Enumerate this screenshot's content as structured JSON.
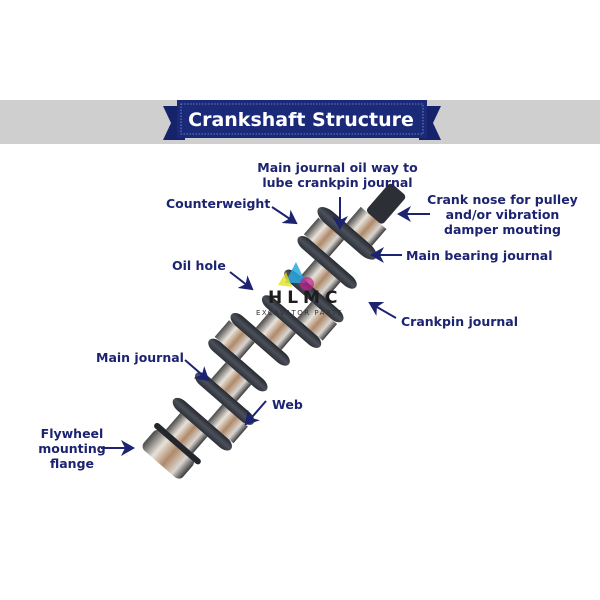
{
  "banner": {
    "title": "Crankshaft Structure",
    "color": "#1b2a78"
  },
  "labels": {
    "oil_way_line1": "Main journal oil way to",
    "oil_way_line2": "lube crankpin journal",
    "counterweight": "Counterweight",
    "crank_nose_line1": "Crank nose for pulley",
    "crank_nose_line2": "and/or vibration",
    "crank_nose_line3": "damper mouting",
    "main_bearing_journal": "Main bearing journal",
    "oil_hole": "Oil hole",
    "crankpin_journal": "Crankpin journal",
    "main_journal": "Main journal",
    "web": "Web",
    "flywheel_line1": "Flywheel",
    "flywheel_line2": "mounting",
    "flywheel_line3": "flange"
  },
  "watermark": {
    "brand": "HLMC",
    "tagline": "EXCAVATOR PARTS"
  },
  "colors": {
    "label": "#1c2370",
    "band": "#cfcfcf",
    "arrow": "#1c2370"
  }
}
